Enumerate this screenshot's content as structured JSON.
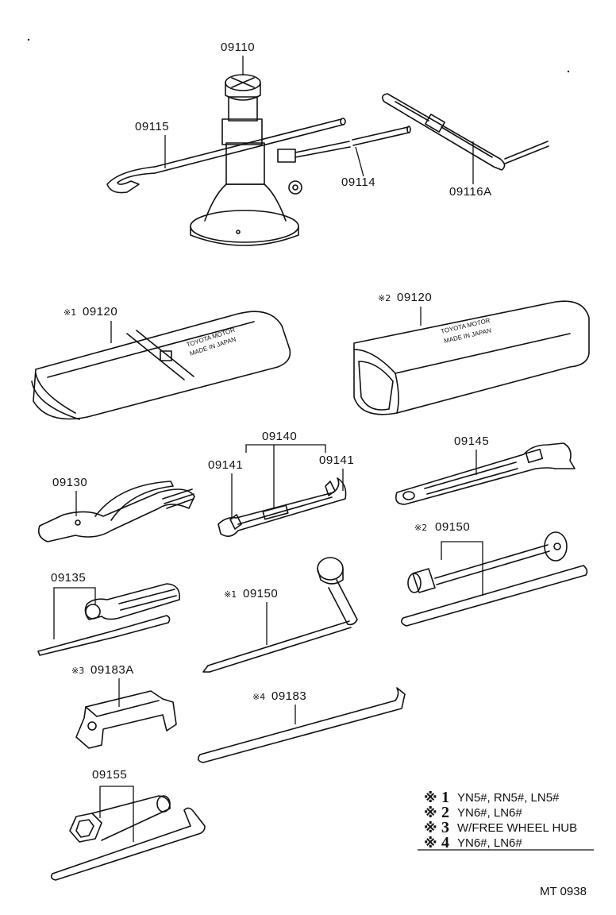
{
  "parts": {
    "p09110": "09110",
    "p09115": "09115",
    "p09114": "09114",
    "p09116A": "09116A",
    "p09120_1": "09120",
    "p09120_2": "09120",
    "p09140": "09140",
    "p09141_l": "09141",
    "p09141_r": "09141",
    "p09145": "09145",
    "p09130": "09130",
    "p09150_2": "09150",
    "p09135": "09135",
    "p09150_1": "09150",
    "p09183A": "09183A",
    "p09183": "09183",
    "p09155": "09155"
  },
  "marks": {
    "m1": "※1",
    "m2": "※2",
    "m3": "※3",
    "m4": "※4"
  },
  "bag_text": {
    "line1": "TOYOTA MOTOR",
    "line2": "MADE IN JAPAN"
  },
  "legend": [
    {
      "mark": "※",
      "num": "1",
      "text": "YN5#, RN5#, LN5#"
    },
    {
      "mark": "※",
      "num": "2",
      "text": "YN6#, LN6#"
    },
    {
      "mark": "※",
      "num": "3",
      "text": "W/FREE WHEEL HUB"
    },
    {
      "mark": "※",
      "num": "4",
      "text": "YN6#, LN6#"
    }
  ],
  "diagram_code": "MT 0938"
}
